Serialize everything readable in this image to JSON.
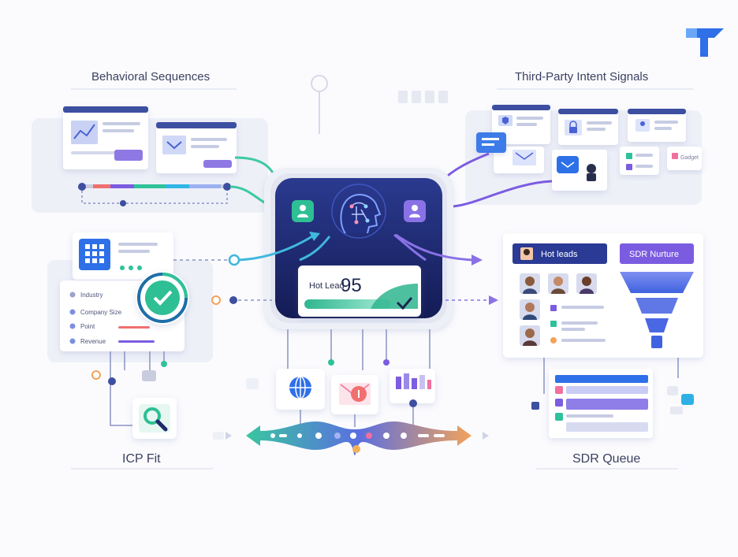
{
  "sections": {
    "behavioral": "Behavioral Sequences",
    "third_party": "Third-Party Intent Signals",
    "icp": "ICP Fit",
    "sdr_queue": "SDR Queue"
  },
  "score": {
    "label": "Hot Lead",
    "value": "95"
  },
  "icp_card": {
    "fields": [
      "Industry",
      "Company Size",
      "Point",
      "Revenue"
    ]
  },
  "routing": {
    "hot_leads": "Hot leads",
    "sdr_nurture": "SDR Nurture"
  },
  "misc": {
    "card_tag": "Gadget"
  },
  "colors": {
    "accent_navy": "#1f2a6b",
    "green": "#2fc29a",
    "purple": "#7b5ce0",
    "cyan": "#33b5e5",
    "logo_blue": "#2f6fe8"
  }
}
